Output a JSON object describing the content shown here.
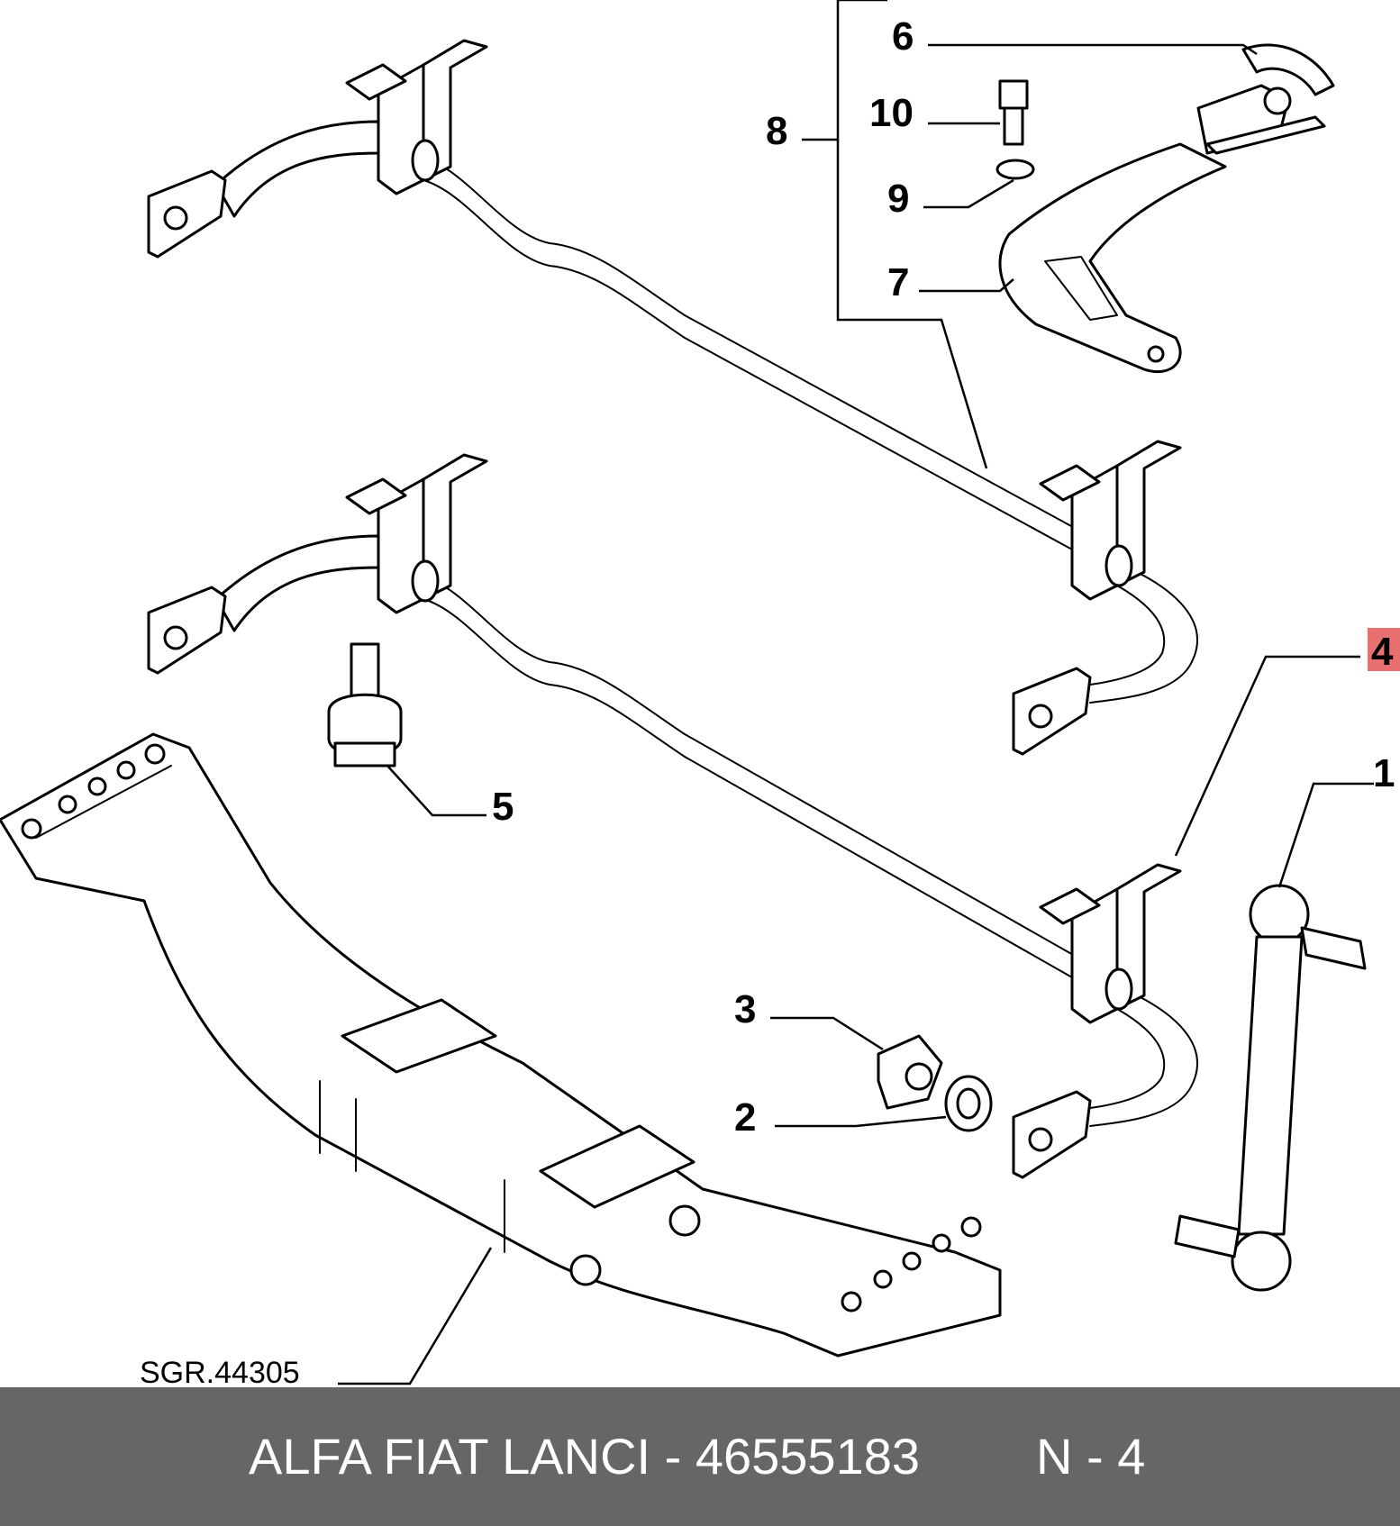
{
  "diagram": {
    "callouts": {
      "c1": "1",
      "c2": "2",
      "c3": "3",
      "c4": "4",
      "c5": "5",
      "c6": "6",
      "c7": "7",
      "c8": "8",
      "c9": "9",
      "c10": "10"
    },
    "reference_code": "SGR.44305",
    "highlight_color": "#e87070"
  },
  "footer": {
    "catalog_text": "ALFA FIAT LANCI - 46555183",
    "position_text": "N - 4",
    "background_color": "#666666"
  }
}
